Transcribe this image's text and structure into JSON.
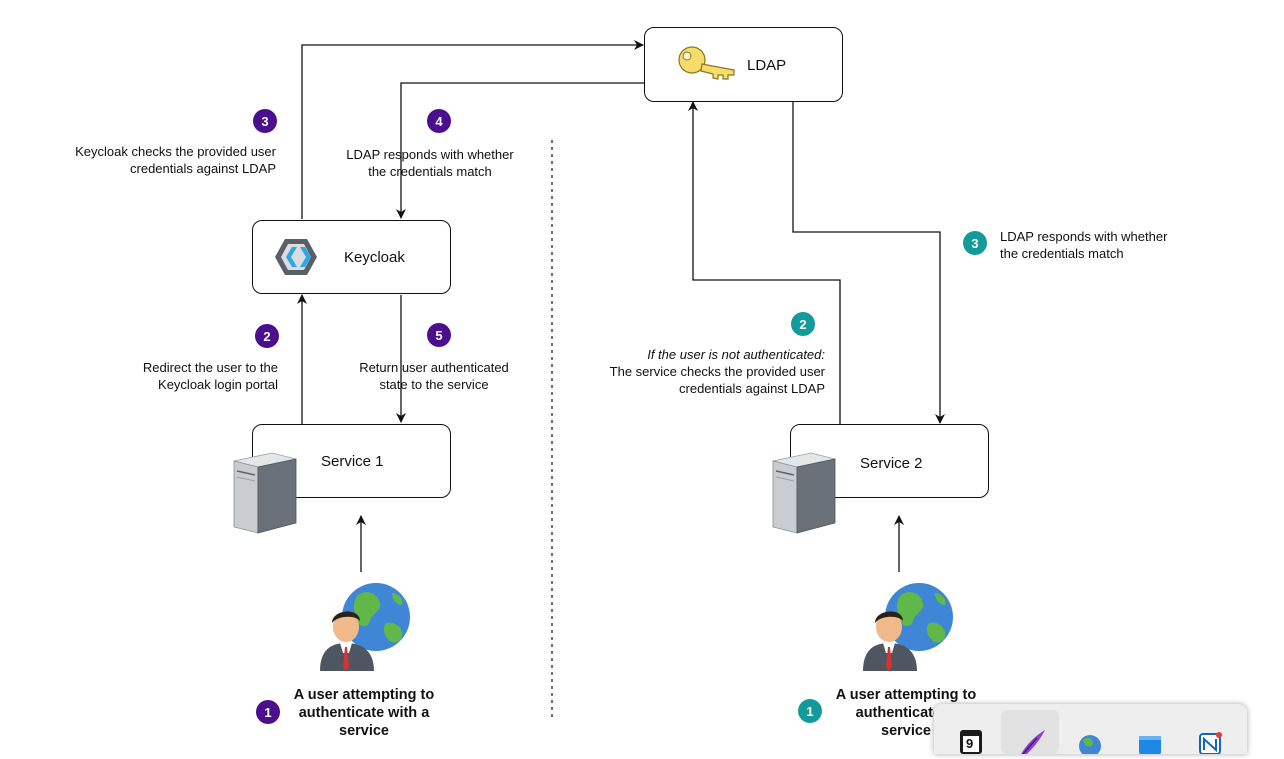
{
  "nodes": {
    "ldap": {
      "label": "LDAP"
    },
    "keycloak": {
      "label": "Keycloak"
    },
    "service1": {
      "label": "Service 1"
    },
    "service2": {
      "label": "Service 2"
    }
  },
  "left_flow": {
    "steps": [
      {
        "number": "1",
        "text": "A user attempting to authenticate with a service"
      },
      {
        "number": "2",
        "text_line1": "Redirect the user to the",
        "text_line2": "Keycloak login portal"
      },
      {
        "number": "3",
        "text_line1": "Keycloak checks the provided user",
        "text_line2": "credentials against LDAP"
      },
      {
        "number": "4",
        "text_line1": "LDAP responds with whether",
        "text_line2": "the credentials match"
      },
      {
        "number": "5",
        "text_line1": "Return user authenticated",
        "text_line2": "state to the service"
      }
    ],
    "user_caption_line1": "A user attempting to",
    "user_caption_line2": "authenticate with a",
    "user_caption_line3": "service"
  },
  "right_flow": {
    "steps": [
      {
        "number": "1"
      },
      {
        "number": "2",
        "text_italic": "If the user is not authenticated:",
        "text_line2": "The service checks the provided user",
        "text_line3": "credentials against LDAP"
      },
      {
        "number": "3",
        "text_line1": "LDAP responds with whether",
        "text_line2": "the credentials match"
      }
    ],
    "user_caption_line1": "A user attempting to",
    "user_caption_line2": "authenticate w",
    "user_caption_line3": "service"
  },
  "colors": {
    "left_badge": "#4b0e8c",
    "right_badge": "#139b9b",
    "line": "#111111"
  },
  "taskbar": {
    "icons": [
      "calendar-icon",
      "quill-icon",
      "globe-icon",
      "window-icon",
      "app-icon"
    ],
    "calendar_digit": "9"
  }
}
